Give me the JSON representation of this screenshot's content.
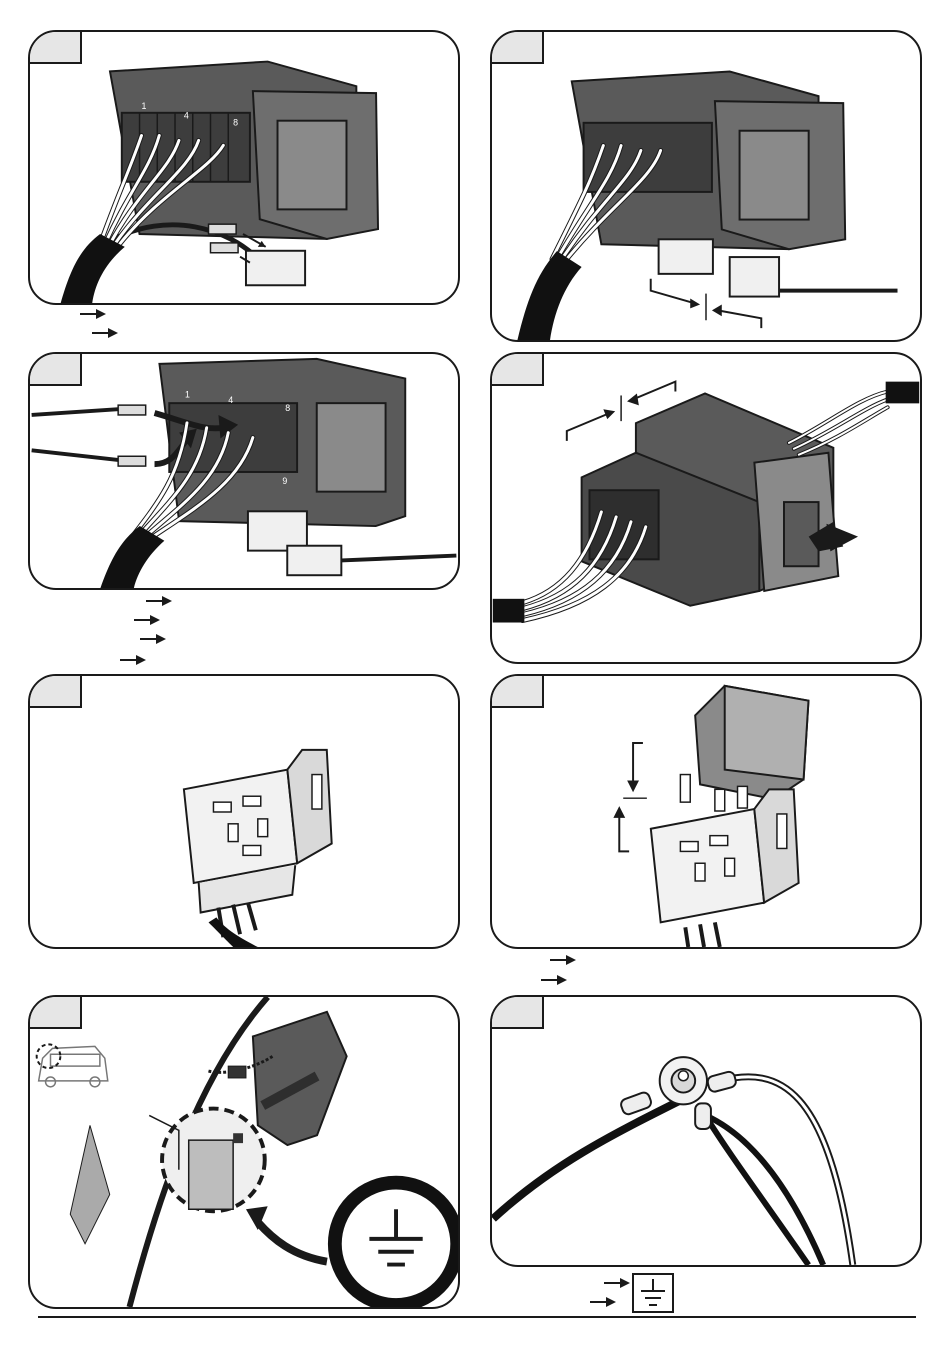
{
  "panels": [
    {
      "id": "p1",
      "label": ""
    },
    {
      "id": "p2",
      "label": ""
    },
    {
      "id": "p3",
      "label": ""
    },
    {
      "id": "p4",
      "label": ""
    },
    {
      "id": "p5",
      "label": ""
    },
    {
      "id": "p6",
      "label": ""
    },
    {
      "id": "p7",
      "label": ""
    },
    {
      "id": "p8",
      "label": ""
    }
  ],
  "connector_pins": {
    "pin1": "1",
    "pin4": "4",
    "pin8": "8",
    "pin9": "9"
  },
  "colors": {
    "outline": "#1a1a1a",
    "housing": "#5a5a5a",
    "housing_light": "#8a8a8a",
    "sheath": "#111111",
    "tab": "#e6e6e6"
  },
  "icons": [
    "arrow-icon",
    "ground-symbol-icon"
  ]
}
